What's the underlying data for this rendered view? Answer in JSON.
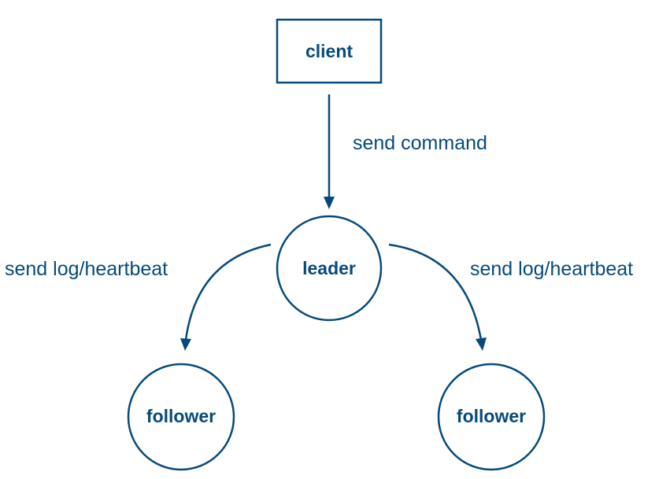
{
  "colors": {
    "primary": "#064a7a",
    "background": "#ffffff"
  },
  "nodes": {
    "client": "client",
    "leader": "leader",
    "follower_left": "follower",
    "follower_right": "follower"
  },
  "edges": {
    "client_to_leader": "send command",
    "leader_to_follower_left": "send log/heartbeat",
    "leader_to_follower_right": "send log/heartbeat"
  }
}
